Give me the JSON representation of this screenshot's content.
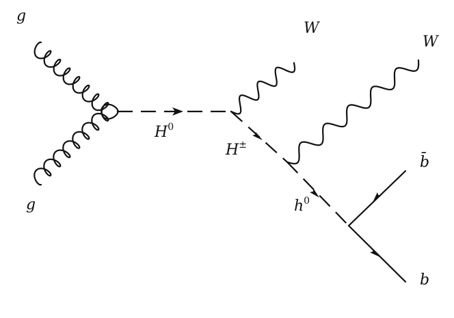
{
  "diagram": {
    "particles": {
      "gluon_top": "g",
      "gluon_bottom": "g",
      "neutral_higgs": {
        "base": "H",
        "superscript": "0"
      },
      "charged_higgs": {
        "base": "H",
        "superscript": "±"
      },
      "light_higgs": {
        "base": "h",
        "superscript": "0"
      },
      "w_boson_upper": "W",
      "w_boson_right": "W",
      "anti_bottom": "b̄",
      "bottom": "b"
    }
  }
}
